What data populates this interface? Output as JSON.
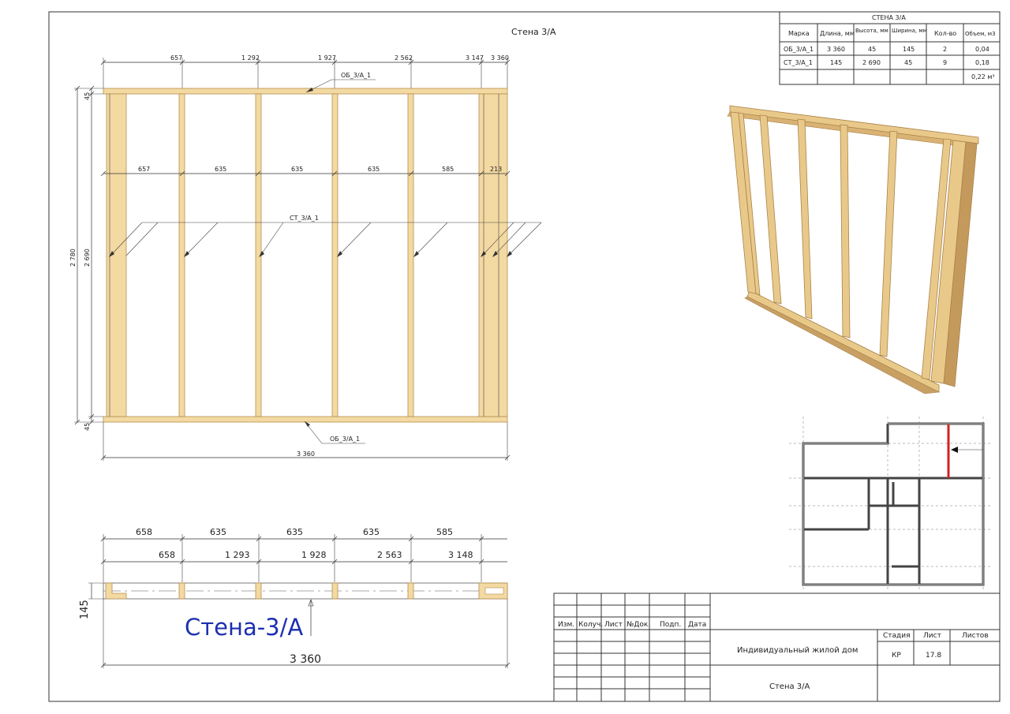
{
  "drawing_title": "Стена 3/А",
  "elevation": {
    "top_dims": [
      "657",
      "1 292",
      "1 927",
      "2 562",
      "3 147",
      "3 360"
    ],
    "mid_dims": [
      "657",
      "635",
      "635",
      "635",
      "585",
      "213"
    ],
    "leader_top": "ОБ_3/А_1",
    "leader_bottom": "ОБ_3/А_1",
    "leader_studs": "СТ_3/А_1",
    "height_outer": "2 780",
    "height_inner": "2 690",
    "plate_top": "45",
    "plate_bottom": "45",
    "total_length": "3 360"
  },
  "plan": {
    "spacing": [
      "658",
      "635",
      "635",
      "635",
      "585"
    ],
    "cumulative": [
      "658",
      "1 293",
      "1 928",
      "2 563",
      "3 148"
    ],
    "thickness": "145",
    "label": "Стена-3/А",
    "total_length": "3 360"
  },
  "spec_table": {
    "title": "СТЕНА 3/А",
    "headers": [
      "Марка",
      "Длина, мм",
      "Высота, мм",
      "Ширина, мм",
      "Кол-во",
      "Объем, м3"
    ],
    "rows": [
      [
        "ОБ_3/А_1",
        "3 360",
        "45",
        "145",
        "2",
        "0,04"
      ],
      [
        "СТ_3/А_1",
        "145",
        "2 690",
        "45",
        "9",
        "0,18"
      ]
    ],
    "total": "0,22 м³"
  },
  "title_block": {
    "columns": [
      "Изм.",
      "Колуч.",
      "Лист",
      "№Док.",
      "Подп.",
      "Дата"
    ],
    "project": "Индивидуальный жилой дом",
    "sheet_name": "Стена 3/А",
    "stage_label": "Стадия",
    "sheet_label": "Лист",
    "sheets_label": "Листов",
    "stage": "КР",
    "sheet": "17.8",
    "sheets": ""
  },
  "colors": {
    "wood": "#f3d9a2",
    "highlight_wall": "#d42020",
    "handwritten_label": "#1c2fb0"
  }
}
